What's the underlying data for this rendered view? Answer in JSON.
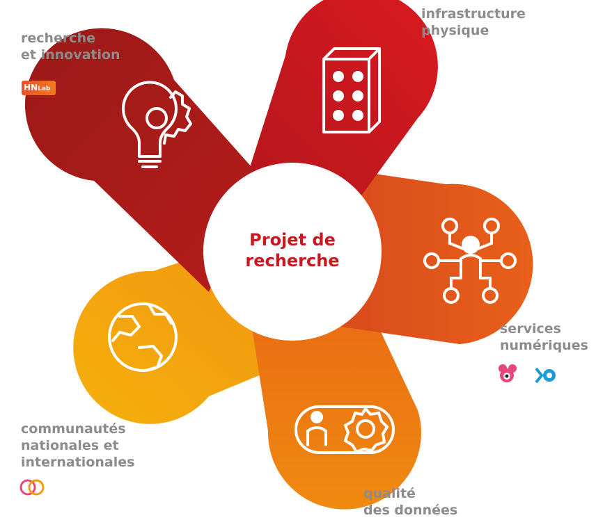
{
  "center": {
    "title": "Projet de\nrecherche"
  },
  "petals": [
    {
      "name": "recherche-innovation",
      "label": "recherche\net innovation",
      "color": "#a81a1a",
      "icon": "lightbulb-gear-icon"
    },
    {
      "name": "infrastructure-physique",
      "label": "infrastructure\nphysique",
      "color": "#d41c1e",
      "icon": "building-icon"
    },
    {
      "name": "services-numeriques",
      "label": "services\nnumériques",
      "color": "#e2521a",
      "icon": "network-person-icon"
    },
    {
      "name": "qualite-donnees",
      "label": "qualité\ndes données",
      "color": "#ed7410",
      "icon": "person-gear-icon"
    },
    {
      "name": "communautes",
      "label": "communautés\nnationales et\ninternationales",
      "color": "#f3a00d",
      "icon": "globe-icon"
    }
  ],
  "logos": {
    "hnlab": {
      "main": "HN",
      "sub": "Lab"
    }
  }
}
